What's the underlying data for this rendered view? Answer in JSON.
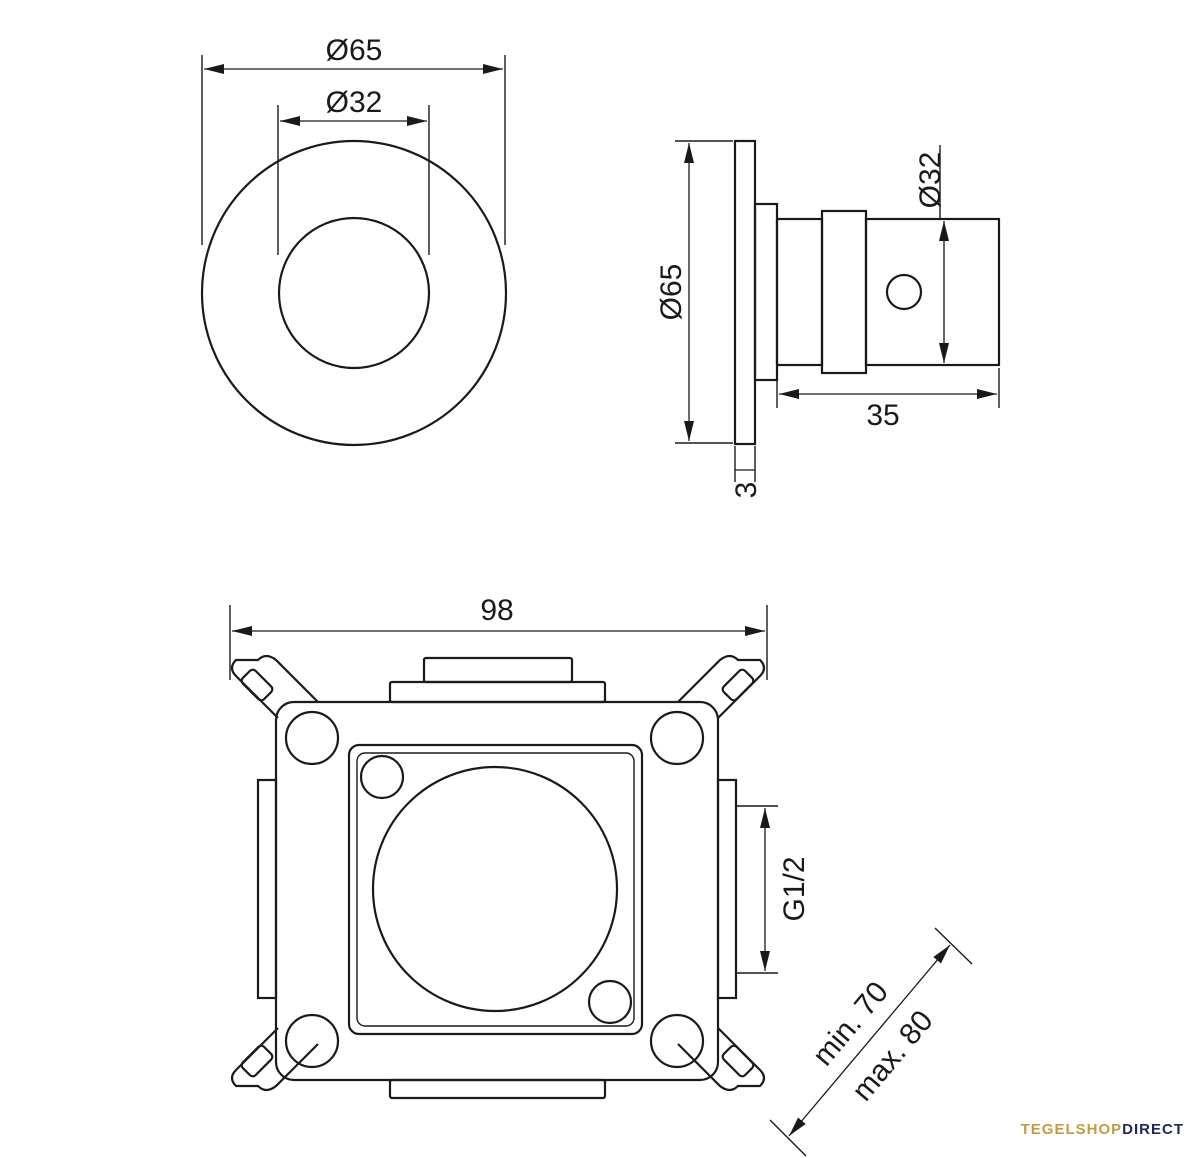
{
  "labels": {
    "front_outer_diameter": "Ø65",
    "front_inner_diameter": "Ø32",
    "side_plate_diameter": "Ø65",
    "side_knob_diameter": "Ø32",
    "side_depth": "35",
    "side_plate_thickness": "3",
    "box_width": "98",
    "thread_size": "G1/2",
    "depth_min": "min. 70",
    "depth_max": "max. 80"
  },
  "brand": {
    "part1": "TEGELSHOP",
    "part2": "DIRECT"
  },
  "colors": {
    "line": "#1a1a1a",
    "brand_gold": "#c79a3c",
    "brand_navy": "#1a2a5a"
  }
}
